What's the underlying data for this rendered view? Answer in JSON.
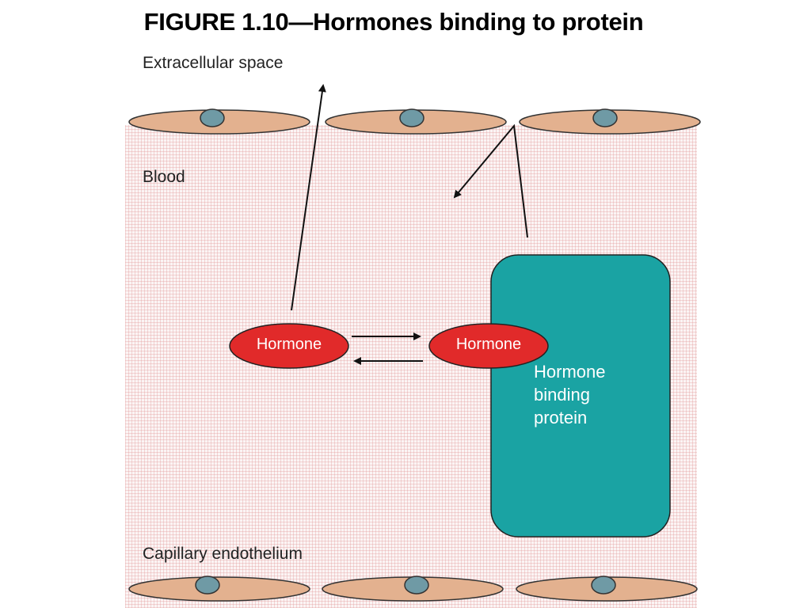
{
  "figure": {
    "title": "FIGURE 1.10—Hormones binding to protein"
  },
  "labels": {
    "extracellular": "Extracellular space",
    "blood": "Blood",
    "endothelium": "Capillary endothelium"
  },
  "hormones": {
    "free": "Hormone",
    "bound": "Hormone"
  },
  "protein": {
    "line1": "Hormone",
    "line2": "binding",
    "line3": "protein"
  },
  "colors": {
    "cell": "#e3b18f",
    "nucleus": "#6f9aa5",
    "hormone": "#e12a2a",
    "protein": "#1aa3a3"
  },
  "icons": {
    "cell": "endothelial-cell-icon",
    "arrow": "arrow-icon"
  }
}
